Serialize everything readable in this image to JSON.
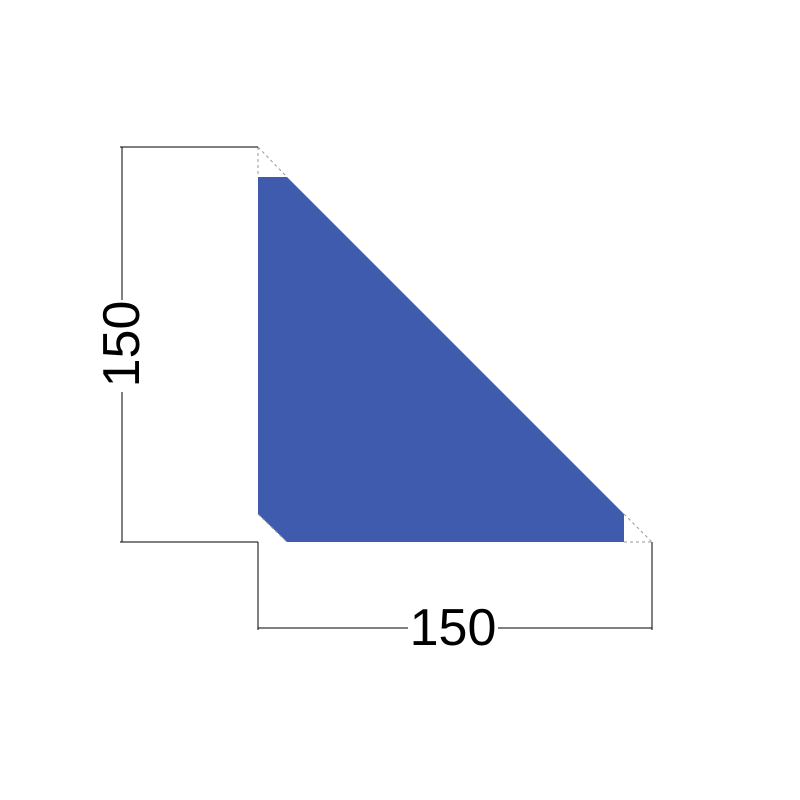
{
  "dimensions": {
    "height_label": "150",
    "width_label": "150"
  },
  "shape": {
    "type": "right-triangle-chamfered-corners",
    "fill_color": "#3E5BAE"
  },
  "line_color": "#000000"
}
